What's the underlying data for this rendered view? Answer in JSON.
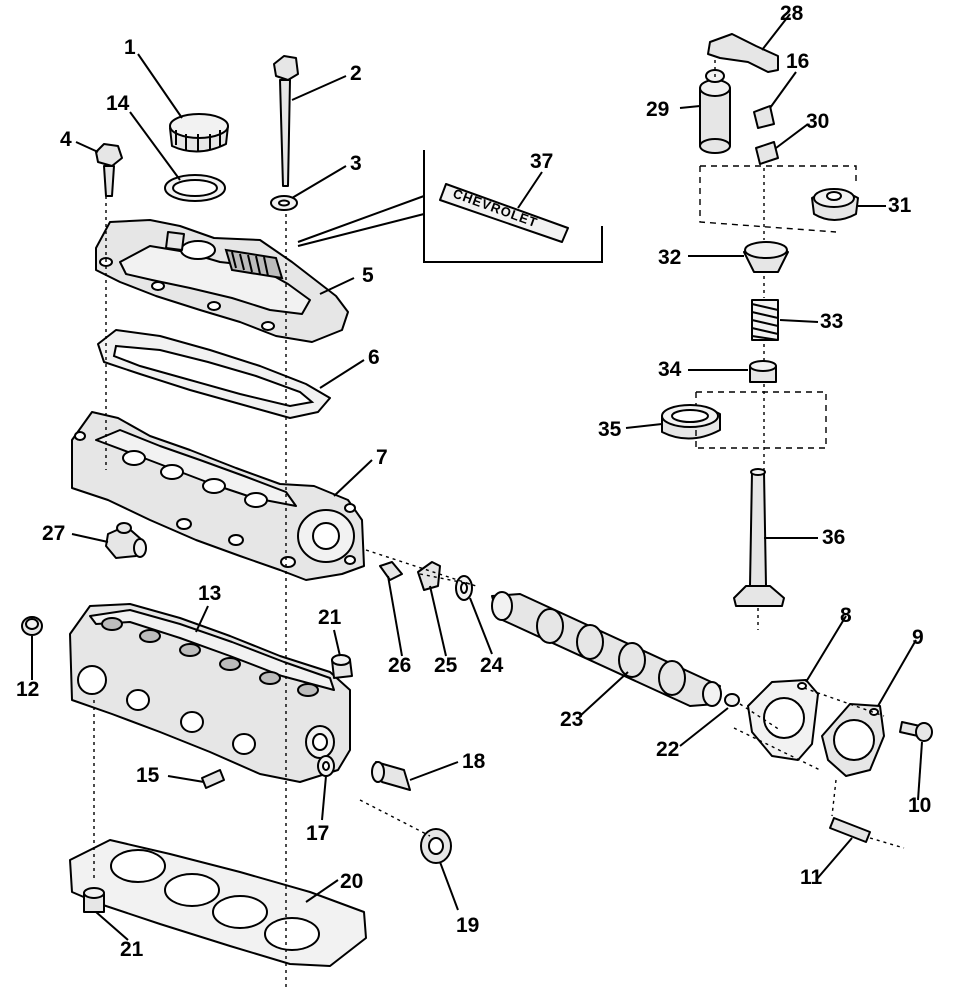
{
  "callouts": {
    "c1": "1",
    "c2": "2",
    "c3": "3",
    "c4": "4",
    "c5": "5",
    "c6": "6",
    "c7": "7",
    "c8": "8",
    "c9": "9",
    "c10": "10",
    "c11": "11",
    "c12": "12",
    "c13": "13",
    "c14": "14",
    "c15": "15",
    "c16": "16",
    "c17": "17",
    "c18": "18",
    "c19": "19",
    "c20": "20",
    "c21a": "21",
    "c21b": "21",
    "c22": "22",
    "c23": "23",
    "c24": "24",
    "c25": "25",
    "c26": "26",
    "c27": "27",
    "c28": "28",
    "c29": "29",
    "c30": "30",
    "c31": "31",
    "c32": "32",
    "c33": "33",
    "c34": "34",
    "c35": "35",
    "c36": "36",
    "c37": "37"
  },
  "emblem_text": "CHEVROLET"
}
